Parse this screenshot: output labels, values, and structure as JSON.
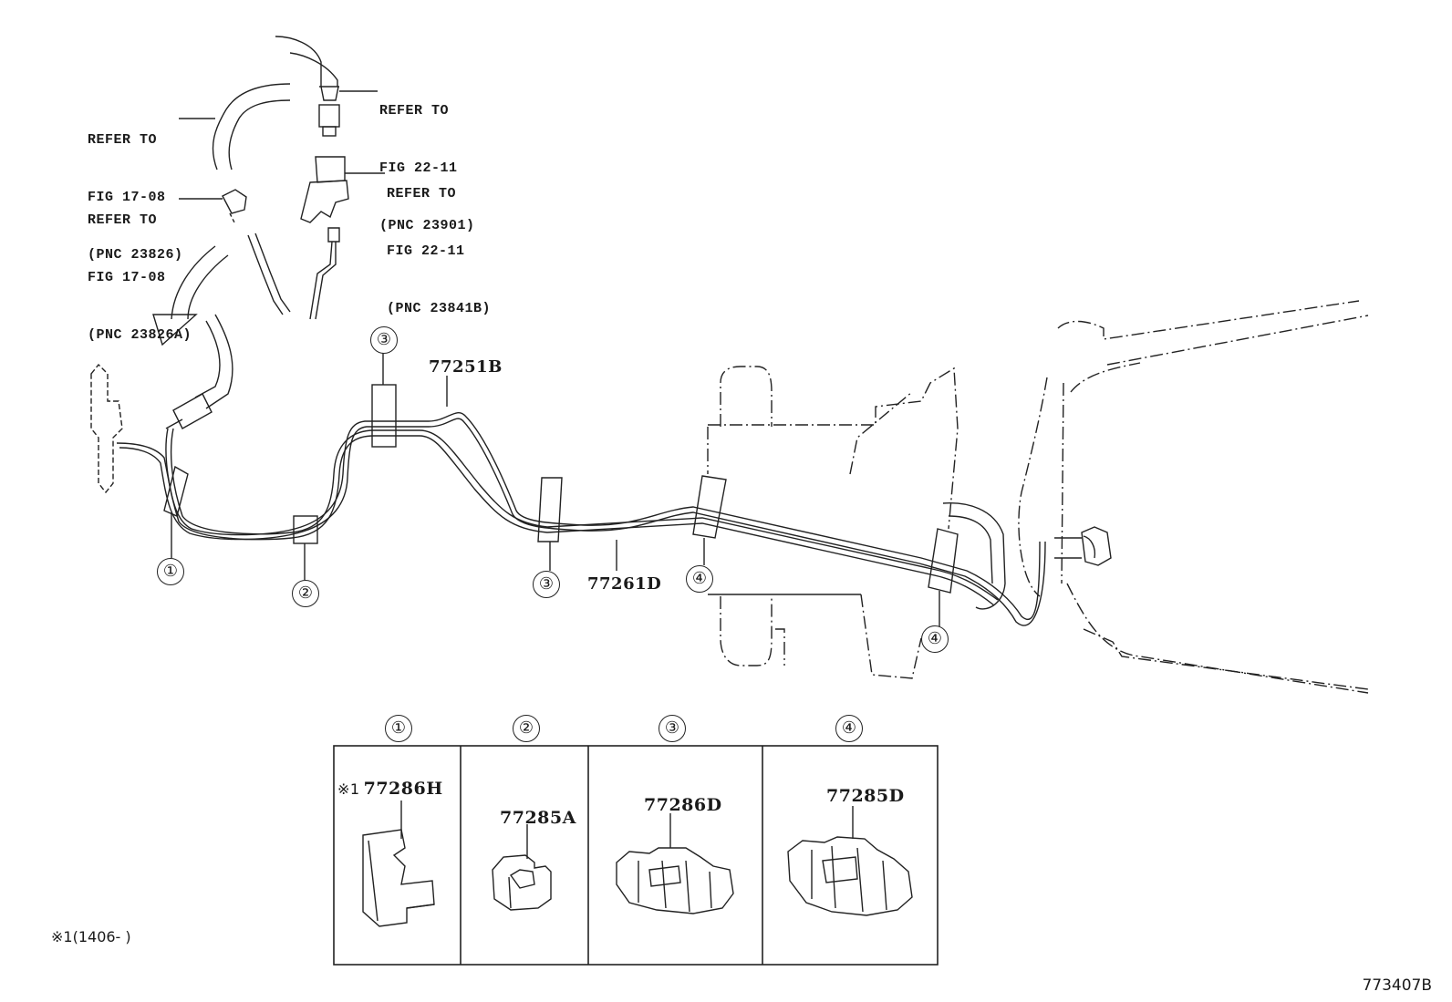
{
  "refs": [
    {
      "line1": "REFER TO",
      "line2": "FIG 17-08",
      "line3": "(PNC 23826)"
    },
    {
      "line1": "REFER TO",
      "line2": "FIG 17-08",
      "line3": "(PNC 23826A)"
    },
    {
      "line1": "REFER TO",
      "line2": "FIG 22-11",
      "line3": "(PNC 23901)"
    },
    {
      "line1": "REFER TO",
      "line2": "FIG 22-11",
      "line3": "(PNC 23841B)"
    }
  ],
  "parts": {
    "upper_tube": "77251B",
    "lower_tube": "77261D"
  },
  "callouts": [
    "①",
    "②",
    "③",
    "③",
    "④",
    "④"
  ],
  "table": {
    "headers": [
      "①",
      "②",
      "③",
      "④"
    ],
    "cells": [
      {
        "mark": "※1",
        "part": "77286H"
      },
      {
        "mark": "",
        "part": "77285A"
      },
      {
        "mark": "",
        "part": "77286D"
      },
      {
        "mark": "",
        "part": "77285D"
      }
    ]
  },
  "footnote": "※1(1406‑     )",
  "figure_id": "773407B"
}
